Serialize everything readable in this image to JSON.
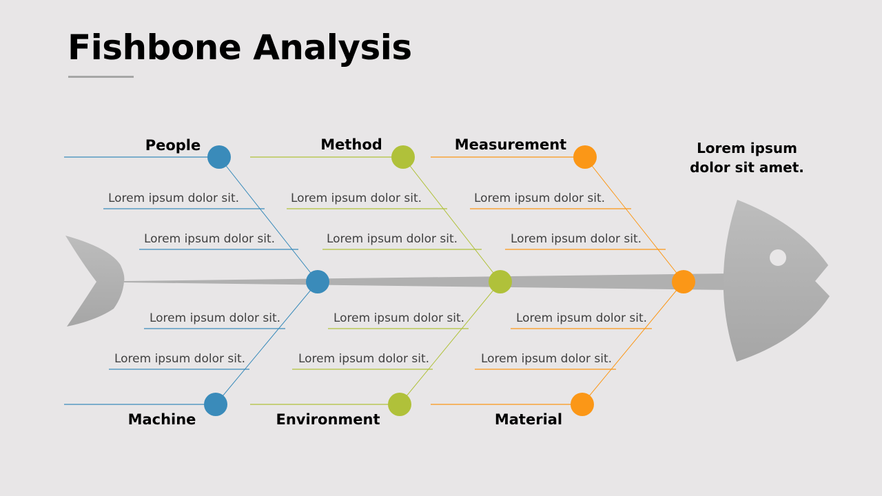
{
  "title": "Fishbone Analysis",
  "effect": {
    "line1": "Lorem ipsum",
    "line2": "dolor sit amet."
  },
  "colors": {
    "background": "#e8e6e7",
    "blue": "#3a8bba",
    "green": "#b0c13a",
    "orange": "#fb9717",
    "bone": "#b3b3b3",
    "title_underline": "#a6a6a6"
  },
  "categories": {
    "people": {
      "label": "People",
      "color": "#3a8bba",
      "items": [
        "Lorem ipsum dolor sit.",
        "Lorem ipsum dolor sit."
      ]
    },
    "method": {
      "label": "Method",
      "color": "#b0c13a",
      "items": [
        "Lorem ipsum dolor sit.",
        "Lorem ipsum dolor sit."
      ]
    },
    "measurement": {
      "label": "Measurement",
      "color": "#fb9717",
      "items": [
        "Lorem ipsum dolor sit.",
        "Lorem ipsum dolor sit."
      ]
    },
    "machine": {
      "label": "Machine",
      "color": "#3a8bba",
      "items": [
        "Lorem ipsum dolor sit.",
        "Lorem ipsum dolor sit."
      ]
    },
    "environment": {
      "label": "Environment",
      "color": "#b0c13a",
      "items": [
        "Lorem ipsum dolor sit.",
        "Lorem ipsum dolor sit."
      ]
    },
    "material": {
      "label": "Material",
      "color": "#fb9717",
      "items": [
        "Lorem ipsum dolor sit.",
        "Lorem ipsum dolor sit."
      ]
    }
  }
}
